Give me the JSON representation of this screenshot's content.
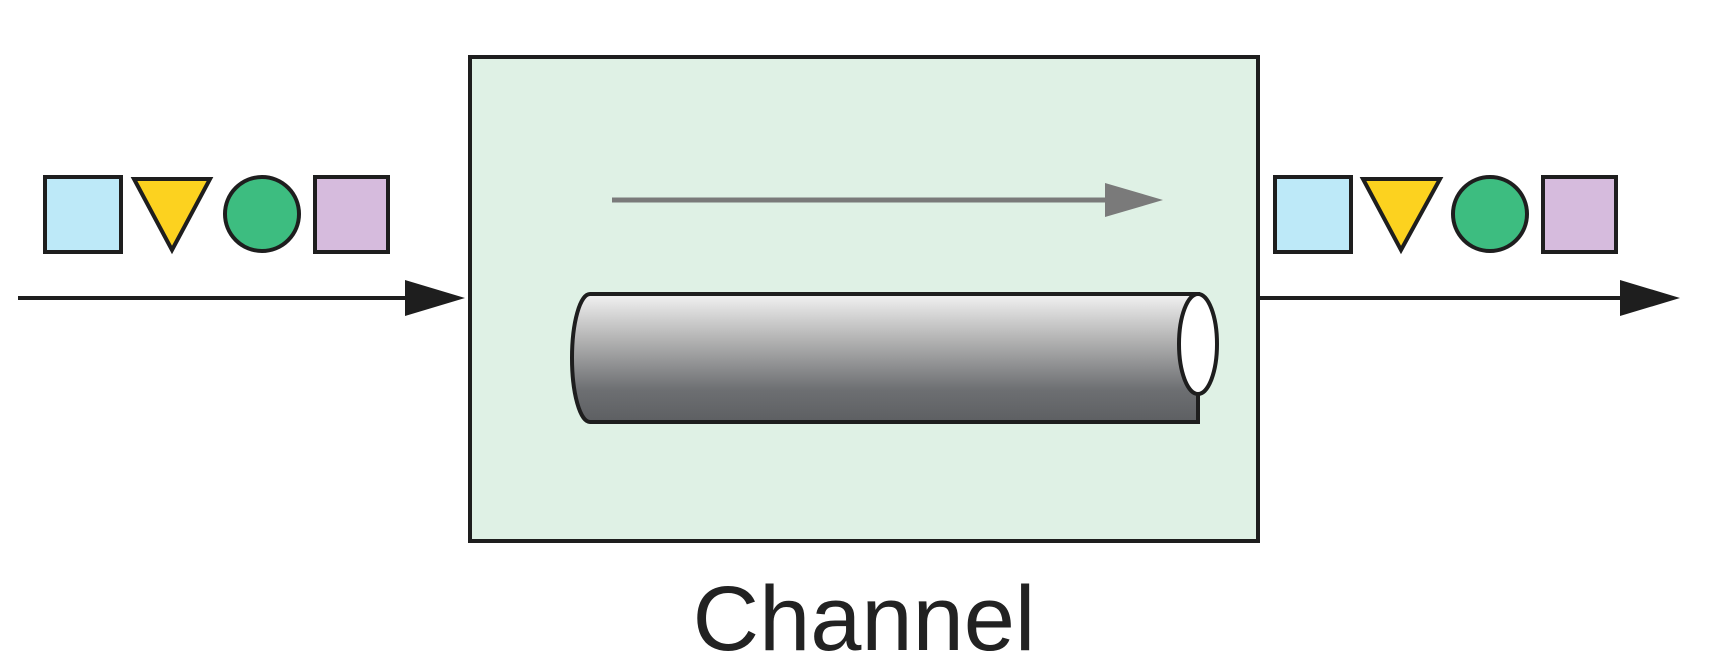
{
  "diagram": {
    "channel_label": "Channel"
  },
  "colors": {
    "box_fill": "#dff1e5",
    "box_stroke": "#1e1e1e",
    "arrow": "#1e1e1e",
    "inner_arrow": "#7a7a7a",
    "square_blue": "#bde9f8",
    "triangle_yellow": "#fcd21f",
    "circle_green": "#3dbd80",
    "square_purple": "#d6bbdd"
  },
  "message_groups": [
    {
      "side": "input",
      "shapes": [
        "square-icon",
        "triangle-icon",
        "circle-icon",
        "square-icon"
      ]
    },
    {
      "side": "output",
      "shapes": [
        "square-icon",
        "triangle-icon",
        "circle-icon",
        "square-icon"
      ]
    }
  ]
}
